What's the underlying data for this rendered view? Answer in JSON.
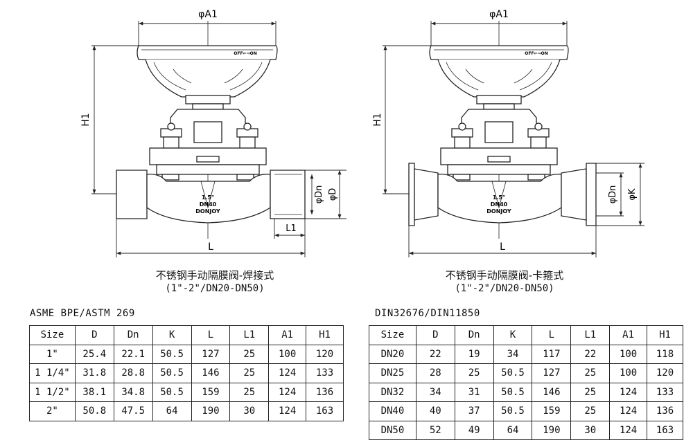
{
  "drawings": {
    "left": {
      "dim_A1": "φA1",
      "dim_H1": "H1",
      "dim_Dn": "φDn",
      "dim_D": "φD",
      "dim_L1": "L1",
      "dim_L": "L",
      "handwheel_text": "OFF⇐⇒ON",
      "body_mark": [
        "1.5\"",
        "DN40",
        "DONJOY"
      ]
    },
    "right": {
      "dim_A1": "φA1",
      "dim_H1": "H1",
      "dim_Dn": "φDn",
      "dim_K": "φK",
      "dim_L": "L",
      "handwheel_text": "OFF⇐⇒ON",
      "body_mark": [
        "1.5\"",
        "DN40",
        "DONJOY"
      ]
    }
  },
  "captions": {
    "left": {
      "title": "不锈钢手动隔膜阀-焊接式",
      "subtitle": "(1\"-2\"/DN20-DN50)"
    },
    "right": {
      "title": "不锈钢手动隔膜阀-卡箍式",
      "subtitle": "(1\"-2\"/DN20-DN50)"
    }
  },
  "tables": {
    "asme": {
      "standard": "ASME BPE/ASTM 269",
      "headers": [
        "Size",
        "D",
        "Dn",
        "K",
        "L",
        "L1",
        "A1",
        "H1"
      ],
      "rows": [
        [
          "1\"",
          "25.4",
          "22.1",
          "50.5",
          "127",
          "25",
          "100",
          "120"
        ],
        [
          "1 1/4\"",
          "31.8",
          "28.8",
          "50.5",
          "146",
          "25",
          "124",
          "133"
        ],
        [
          "1 1/2\"",
          "38.1",
          "34.8",
          "50.5",
          "159",
          "25",
          "124",
          "136"
        ],
        [
          "2\"",
          "50.8",
          "47.5",
          "64",
          "190",
          "30",
          "124",
          "163"
        ]
      ]
    },
    "din": {
      "standard": "DIN32676/DIN11850",
      "headers": [
        "Size",
        "D",
        "Dn",
        "K",
        "L",
        "L1",
        "A1",
        "H1"
      ],
      "rows": [
        [
          "DN20",
          "22",
          "19",
          "34",
          "117",
          "22",
          "100",
          "118"
        ],
        [
          "DN25",
          "28",
          "25",
          "50.5",
          "127",
          "25",
          "100",
          "120"
        ],
        [
          "DN32",
          "34",
          "31",
          "50.5",
          "146",
          "25",
          "124",
          "133"
        ],
        [
          "DN40",
          "40",
          "37",
          "50.5",
          "159",
          "25",
          "124",
          "136"
        ],
        [
          "DN50",
          "52",
          "49",
          "64",
          "190",
          "30",
          "124",
          "163"
        ]
      ]
    }
  }
}
